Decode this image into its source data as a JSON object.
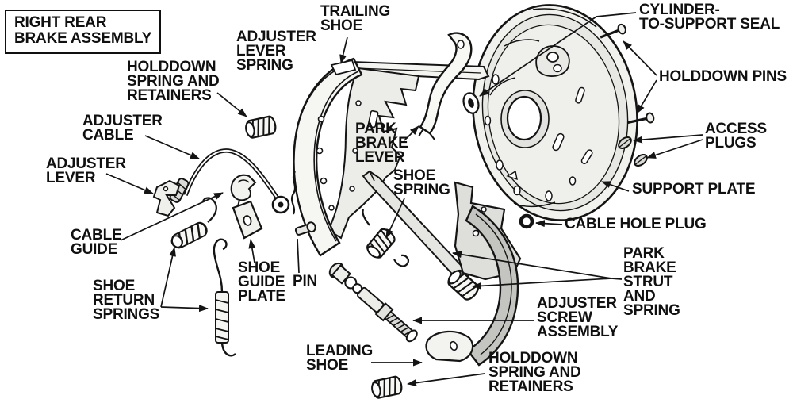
{
  "figure": {
    "title": "RIGHT REAR\nBRAKE ASSEMBLY",
    "labels": {
      "holddown_top": "HOLDDOWN\nSPRING AND\nRETAINERS",
      "adjuster_lever_spring": "ADJUSTER\nLEVER\nSPRING",
      "trailing_shoe": "TRAILING\nSHOE",
      "cylinder_to_support_seal": "CYLINDER-\nTO-SUPPORT SEAL",
      "holddown_pins": "HOLDDOWN PINS",
      "adjuster_cable": "ADJUSTER\nCABLE",
      "access_plugs": "ACCESS\nPLUGS",
      "adjuster_lever": "ADJUSTER\nLEVER",
      "park_brake_lever": "PARK\nBRAKE\nLEVER",
      "support_plate": "SUPPORT PLATE",
      "shoe_spring": "SHOE\nSPRING",
      "cable_hole_plug": "CABLE HOLE PLUG",
      "cable_guide": "CABLE\nGUIDE",
      "shoe_guide_plate": "SHOE\nGUIDE\nPLATE",
      "pin": "PIN",
      "shoe_return_springs": "SHOE\nRETURN\nSPRINGS",
      "park_brake_strut": "PARK\nBRAKE\nSTRUT\nAND\nSPRING",
      "adjuster_screw": "ADJUSTER\nSCREW\nASSEMBLY",
      "leading_shoe": "LEADING\nSHOE",
      "holddown_bottom": "HOLDDOWN\nSPRING AND\nRETAINERS"
    },
    "colors": {
      "ink": "#141414",
      "paper": "#ffffff"
    }
  }
}
